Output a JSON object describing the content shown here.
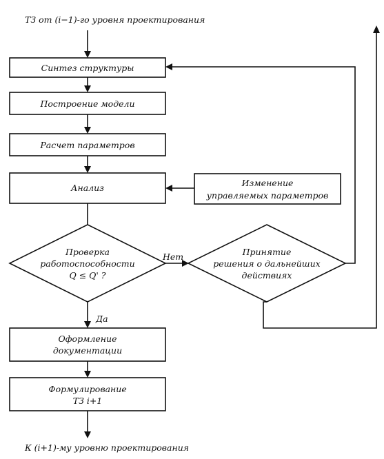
{
  "input_label": "ТЗ от (i−1)-го уровня проектирования",
  "output_label": "К (i+1)-му уровню проектирования",
  "blocks": {
    "synthesis": "Синтез структуры",
    "model": "Построение модели",
    "calculation": "Расчет параметров",
    "analysis": "Анализ",
    "change_params": [
      "Изменение",
      "управляемых параметров"
    ],
    "check": [
      "Проверка",
      "работоспособности",
      "Q ≤ Q' ?"
    ],
    "decision": [
      "Принятие",
      "решения о дальнейших",
      "действиях"
    ],
    "documentation": [
      "Оформление",
      "документации"
    ],
    "formulation": [
      "Формулирование",
      "ТЗ i+1"
    ]
  },
  "branch_labels": {
    "no": "Нет",
    "yes": "Да"
  }
}
